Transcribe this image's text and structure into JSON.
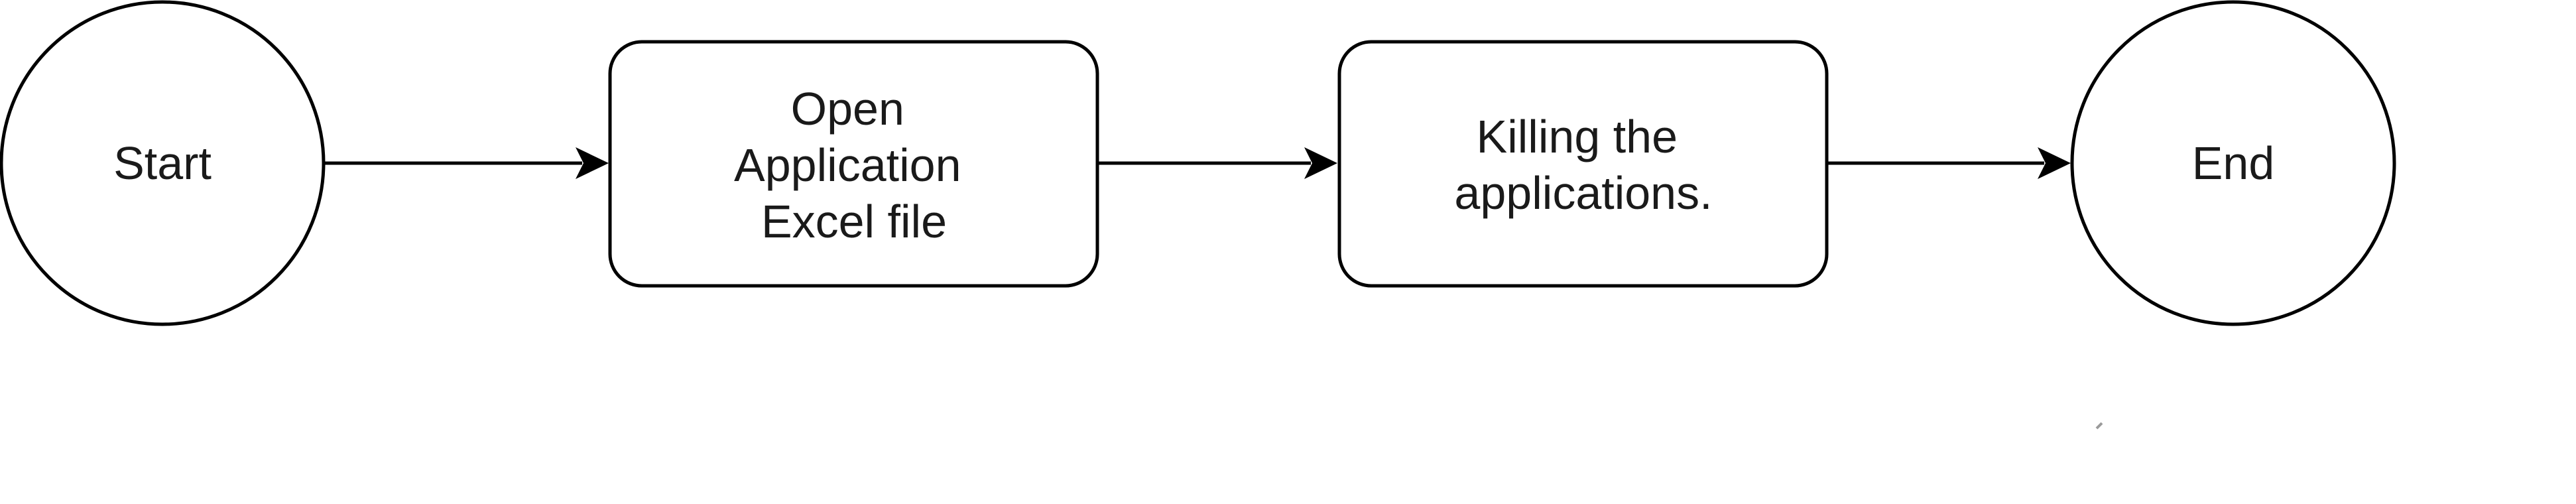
{
  "nodes": {
    "start": {
      "label": "Start"
    },
    "open_excel": {
      "lines": [
        "Open",
        "Application",
        "Excel file"
      ]
    },
    "kill_apps": {
      "lines": [
        "Killing the",
        "applications."
      ]
    },
    "end": {
      "label": "End"
    }
  },
  "edges": [
    {
      "from": "Start",
      "to": "Open Application Excel file"
    },
    {
      "from": "Open Application Excel file",
      "to": "Killing the applications."
    },
    {
      "from": "Killing the applications.",
      "to": "End"
    }
  ]
}
